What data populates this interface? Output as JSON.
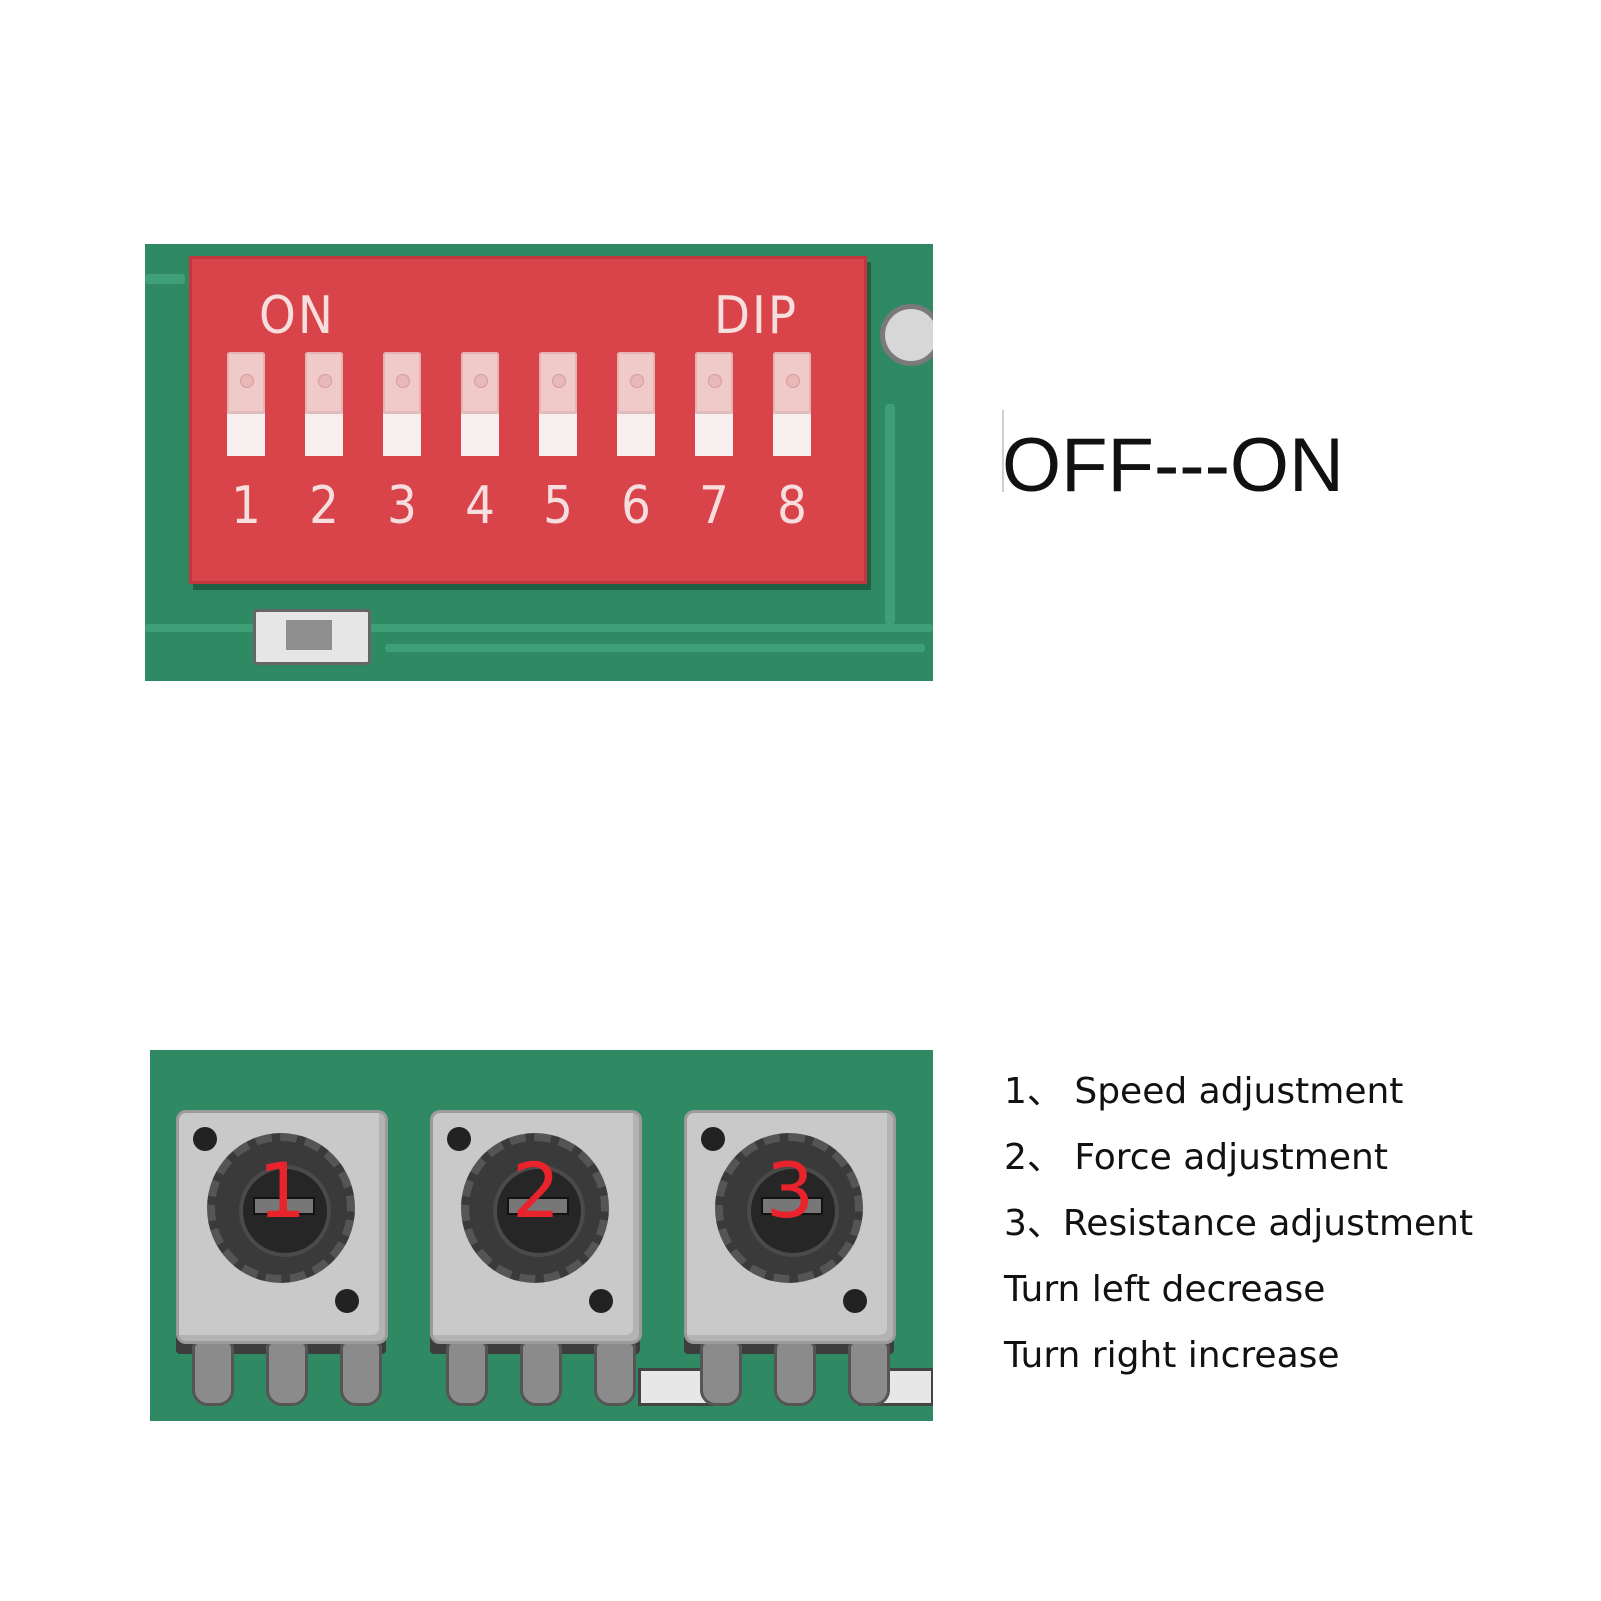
{
  "dip_switch": {
    "labels": {
      "on": "ON",
      "dip": "DIP"
    },
    "switch_numbers": [
      "1",
      "2",
      "3",
      "4",
      "5",
      "6",
      "7",
      "8"
    ]
  },
  "off_on_caption": "OFF---ON",
  "potentiometers": {
    "knob_labels": [
      "1",
      "2",
      "3"
    ],
    "label_color": "#e8232c"
  },
  "notes": [
    "1、  Speed adjustment",
    "2、  Force adjustment",
    "3、Resistance adjustment",
    "Turn left decrease",
    "Turn right increase"
  ]
}
